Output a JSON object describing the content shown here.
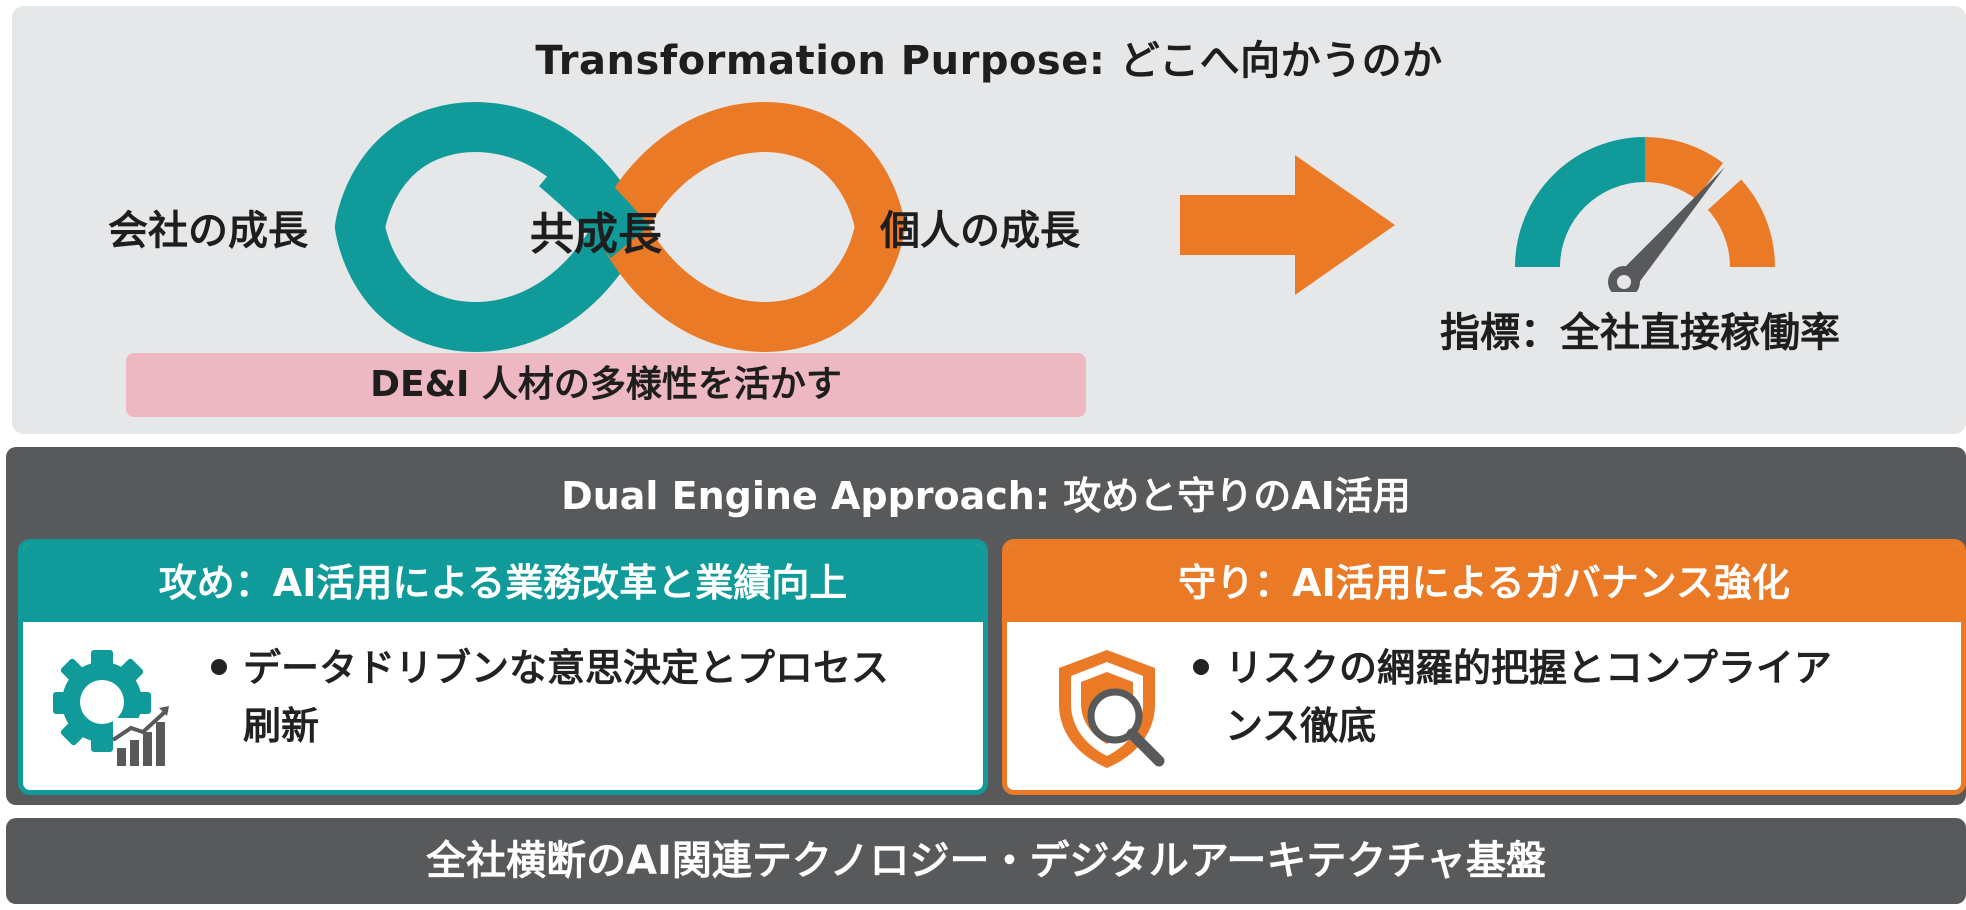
{
  "purpose": {
    "title": "Transformation Purpose: どこへ向かうのか",
    "company_growth": "会社の成長",
    "co_growth": "共成長",
    "personal_growth": "個人の成長",
    "dei": "DE&I 人材の多様性を活かす",
    "metric": "指標：全社直接稼働率"
  },
  "dual_engine": {
    "title": "Dual Engine Approach: 攻めと守りのAI活用",
    "attack": {
      "header": "攻め：AI活用による業務改革と業績向上",
      "icon": "gear-chart-icon",
      "bullet_line1": "データドリブンな意思決定とプロセス",
      "bullet_line2": "刷新"
    },
    "defense": {
      "header": "守り：AI活用によるガバナンス強化",
      "icon": "shield-search-icon",
      "bullet_line1": "リスクの網羅的把握とコンプライア",
      "bullet_line2": "ンス徹底"
    }
  },
  "foundation": "全社横断のAI関連テクノロジー・デジタルアーキテクチャ基盤",
  "colors": {
    "teal": "#119a9a",
    "orange": "#ea7a26",
    "dark_gray": "#58595b",
    "light_gray": "#e6e7e8",
    "pink": "#eeb8c3"
  }
}
